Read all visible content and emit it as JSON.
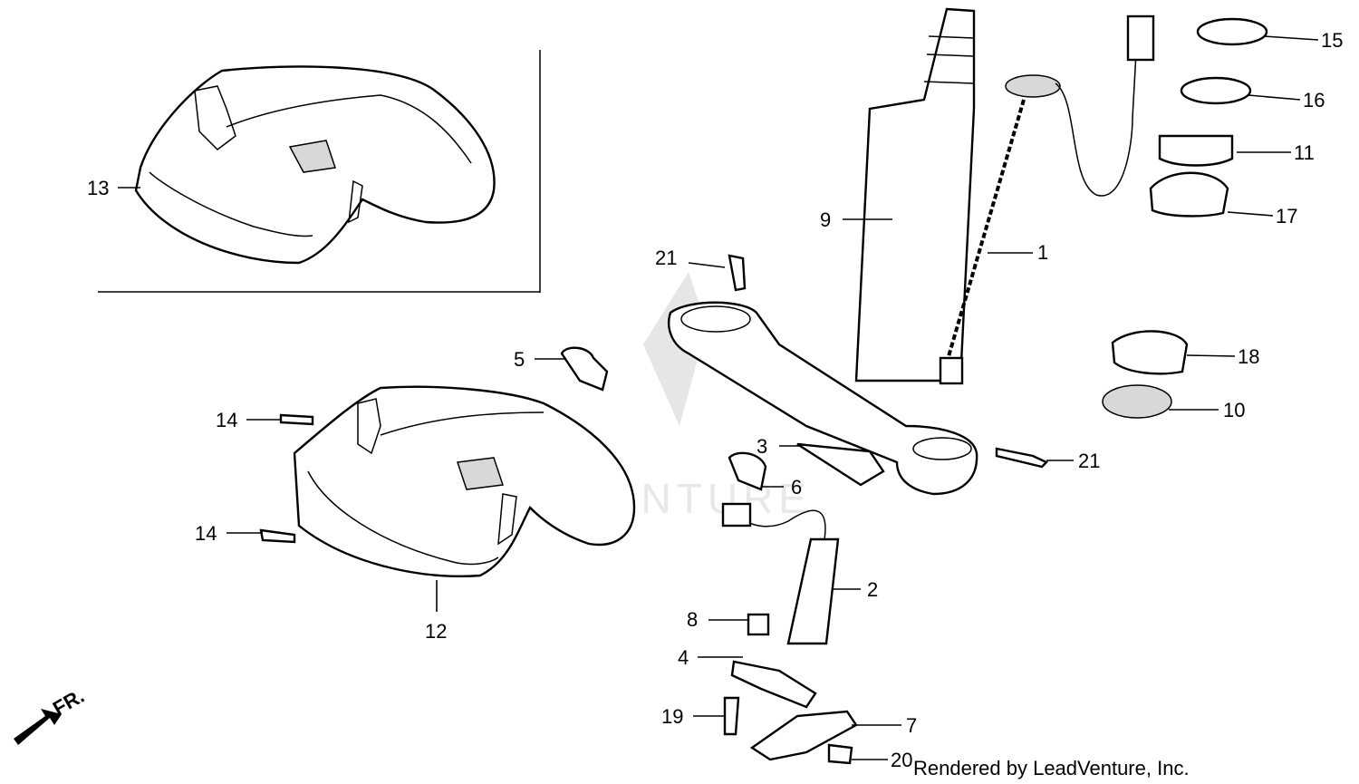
{
  "diagram": {
    "callouts": [
      {
        "id": "1",
        "label": "1"
      },
      {
        "id": "2",
        "label": "2"
      },
      {
        "id": "3",
        "label": "3"
      },
      {
        "id": "4",
        "label": "4"
      },
      {
        "id": "5",
        "label": "5"
      },
      {
        "id": "6",
        "label": "6"
      },
      {
        "id": "7",
        "label": "7"
      },
      {
        "id": "8",
        "label": "8"
      },
      {
        "id": "9",
        "label": "9"
      },
      {
        "id": "10",
        "label": "10"
      },
      {
        "id": "11",
        "label": "11"
      },
      {
        "id": "12",
        "label": "12"
      },
      {
        "id": "13",
        "label": "13"
      },
      {
        "id": "14a",
        "label": "14"
      },
      {
        "id": "14b",
        "label": "14"
      },
      {
        "id": "15",
        "label": "15"
      },
      {
        "id": "16",
        "label": "16"
      },
      {
        "id": "17",
        "label": "17"
      },
      {
        "id": "18",
        "label": "18"
      },
      {
        "id": "19",
        "label": "19"
      },
      {
        "id": "20",
        "label": "20"
      },
      {
        "id": "21a",
        "label": "21"
      },
      {
        "id": "21b",
        "label": "21"
      }
    ],
    "front_indicator": "FR.",
    "watermark": "LEADVENTURE",
    "credit": "Rendered by LeadVenture, Inc."
  }
}
